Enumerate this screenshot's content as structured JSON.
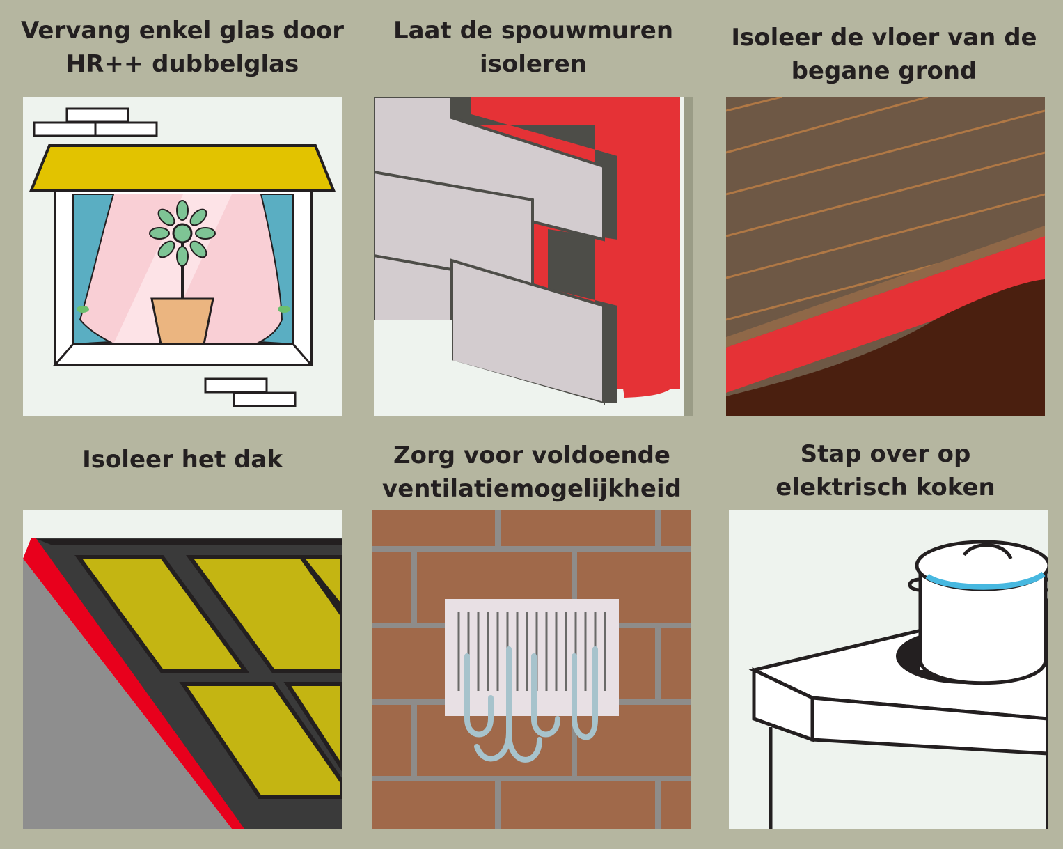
{
  "colors": {
    "background": "#b5b6a0",
    "caption_text": "#231f20",
    "accent_red": "#e53236",
    "panel_light": "#eef3ee"
  },
  "tiles": [
    {
      "caption": "Vervang enkel glas door\nHR++ dubbelglas",
      "icon": "double-glazed-window-icon"
    },
    {
      "caption": "Laat de spouwmuren\nisoleren",
      "icon": "cavity-wall-insulation-icon"
    },
    {
      "caption": "Isoleer de vloer van de\nbegane grond",
      "icon": "floor-insulation-icon"
    },
    {
      "caption": "Isoleer het dak",
      "icon": "roof-insulation-icon"
    },
    {
      "caption": "Zorg voor voldoende\nventilatiemogelijkheid",
      "icon": "ventilation-grille-icon"
    },
    {
      "caption": "Stap over op\nelektrisch koken",
      "icon": "electric-cooking-pot-icon"
    }
  ]
}
